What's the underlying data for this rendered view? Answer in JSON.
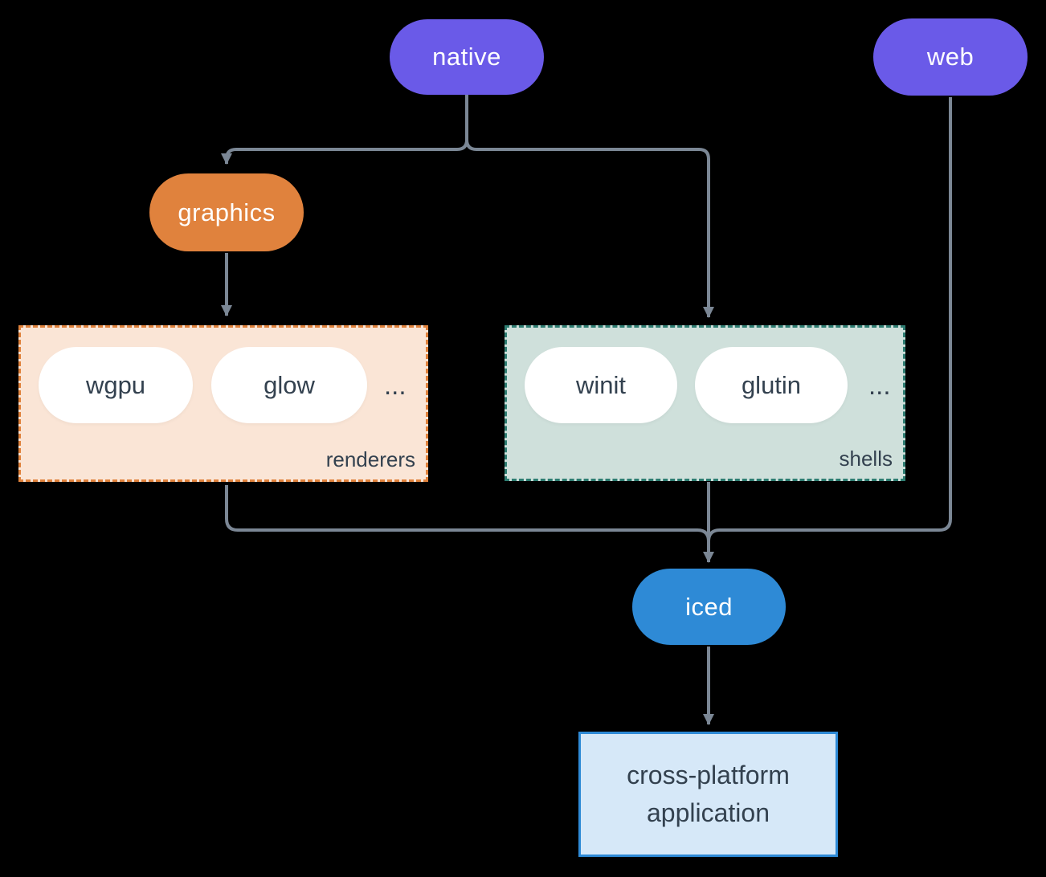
{
  "colors": {
    "background": "#000000",
    "native_pill": "#6A5AE8",
    "web_pill": "#6A5AE8",
    "graphics_pill": "#E0823D",
    "iced_pill": "#2E8AD6",
    "renderers_bg": "#FAE5D6",
    "renderers_border": "#E0823C",
    "shells_bg": "#CFE0DB",
    "shells_border": "#2E7D72",
    "app_bg": "#D6E8F8",
    "app_border": "#2E8AD6",
    "node_pill_bg": "#FFFFFF",
    "pill_label": "#FFFFFF",
    "dark_label": "#33414F",
    "connector": "#7B8795"
  },
  "nodes": {
    "native": {
      "label": "native"
    },
    "web": {
      "label": "web"
    },
    "graphics": {
      "label": "graphics"
    },
    "iced": {
      "label": "iced"
    },
    "application": {
      "label": "cross-platform application"
    }
  },
  "groups": {
    "renderers": {
      "label": "renderers",
      "items": [
        "wgpu",
        "glow"
      ],
      "ellipsis": "..."
    },
    "shells": {
      "label": "shells",
      "items": [
        "winit",
        "glutin"
      ],
      "ellipsis": "..."
    }
  }
}
